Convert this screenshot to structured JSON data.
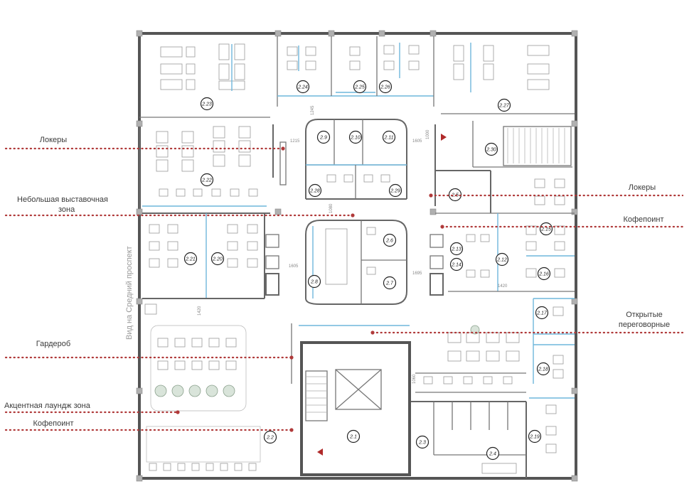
{
  "plan": {
    "side_label": "Вид на Средний проспект",
    "rooms": [
      "2.1",
      "2.2",
      "2.3",
      "2.4",
      "2.5",
      "2.6",
      "2.7",
      "2.8",
      "2.9",
      "2.10",
      "2.11",
      "2.12",
      "2.13",
      "2.14",
      "2.15",
      "2.16",
      "2.17",
      "2.18",
      "2.19",
      "2.20",
      "2.21",
      "2.22",
      "2.23",
      "2.24",
      "2.25",
      "2.26",
      "2.27",
      "2.28",
      "2.29",
      "2.30"
    ],
    "dimensions": [
      "1245",
      "1000",
      "1215",
      "1605",
      "1080",
      "1605",
      "1695",
      "1420",
      "1420",
      "1060"
    ]
  },
  "callouts": {
    "left_lockers": "Локеры",
    "left_exhibition_1": "Небольшая выставочная",
    "left_exhibition_2": "зона",
    "left_wardrobe": "Гардероб",
    "left_lounge": "Акцентная лаундж зона",
    "left_coffee": "Кофепоинт",
    "right_lockers": "Локеры",
    "right_coffee": "Кофепоинт",
    "right_meeting_1": "Открытые",
    "right_meeting_2": "переговорные"
  },
  "colors": {
    "callout": "#b03a3a",
    "glass": "#6fb7dc",
    "wall": "#555555"
  }
}
